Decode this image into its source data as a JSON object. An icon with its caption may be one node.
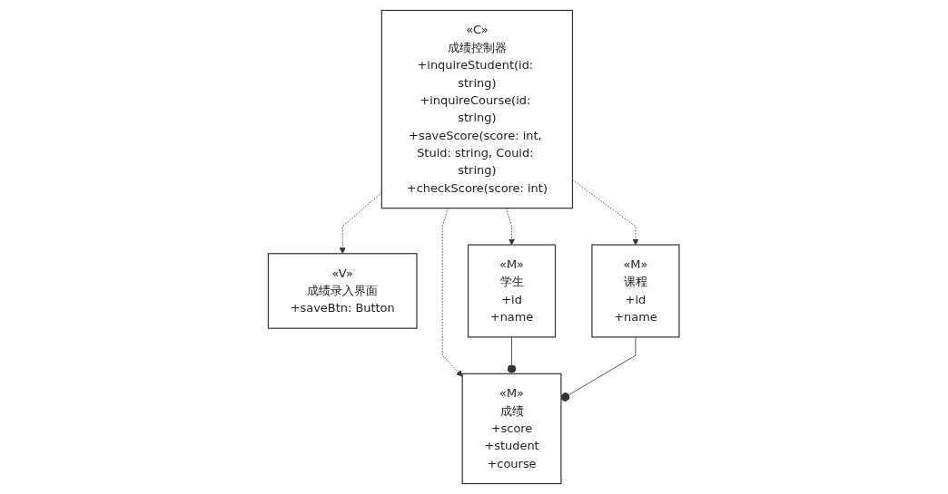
{
  "diagram": {
    "nodes": [
      {
        "text": [
          "«V»",
          "成绩录入界面",
          "+saveBtn: Button"
        ]
      },
      {
        "text": [
          "«C»",
          "成绩控制器",
          "+inquireStudent(id: string)",
          "+inquireCourse(id: string)",
          "+saveScore(score: int, Stuid: string, Couid: string)",
          "+checkScore(score: int)"
        ]
      },
      {
        "text": [
          "«M»",
          "学生",
          "+id",
          "+name"
        ]
      },
      {
        "text": [
          "«M»",
          "成绩",
          "+score",
          "+student",
          "+course"
        ]
      },
      {
        "text": [
          "«M»",
          "课程",
          "+id",
          "+name"
        ]
      }
    ],
    "edges": [
      {
        "from": 1,
        "to": 0,
        "arrow": "to",
        "style": "dashed"
      },
      {
        "from": 1,
        "to": 2,
        "arrow": "to",
        "style": "dashed"
      },
      {
        "from": 1,
        "to": 3,
        "arrow": "to",
        "style": "dashed"
      },
      {
        "from": 1,
        "to": 4,
        "arrow": "to",
        "style": "dashed"
      },
      {
        "from": 2,
        "to": 3,
        "arrow": "other"
      },
      {
        "from": 4,
        "to": 3,
        "arrow": "other"
      }
    ]
  }
}
